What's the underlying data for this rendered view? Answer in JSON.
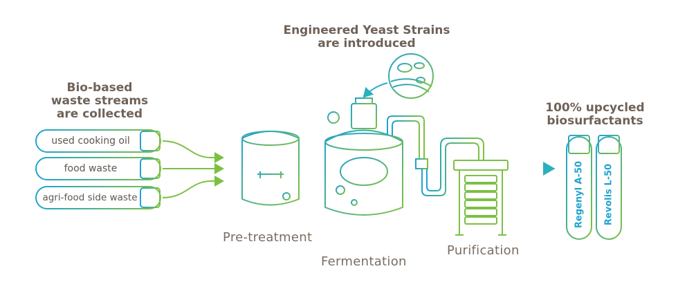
{
  "headings": {
    "input": [
      "Bio-based",
      "waste streams",
      "are collected"
    ],
    "yeast": [
      "Engineered Yeast Strains",
      "are introduced"
    ],
    "output": [
      "100% upcycled",
      "biosurfactants"
    ]
  },
  "inputs": [
    "used cooking oil",
    "food waste",
    "agri-food side waste"
  ],
  "stages": {
    "pretreatment": "Pre-treatment",
    "fermentation": "Fermentation",
    "purification": "Purification"
  },
  "products": [
    "Regenyl A-50",
    "Revolis L-50"
  ],
  "colors": {
    "blue": "#1fa3cf",
    "teal": "#3cc0b0",
    "green": "#7cc043",
    "text": "#6f6258"
  }
}
